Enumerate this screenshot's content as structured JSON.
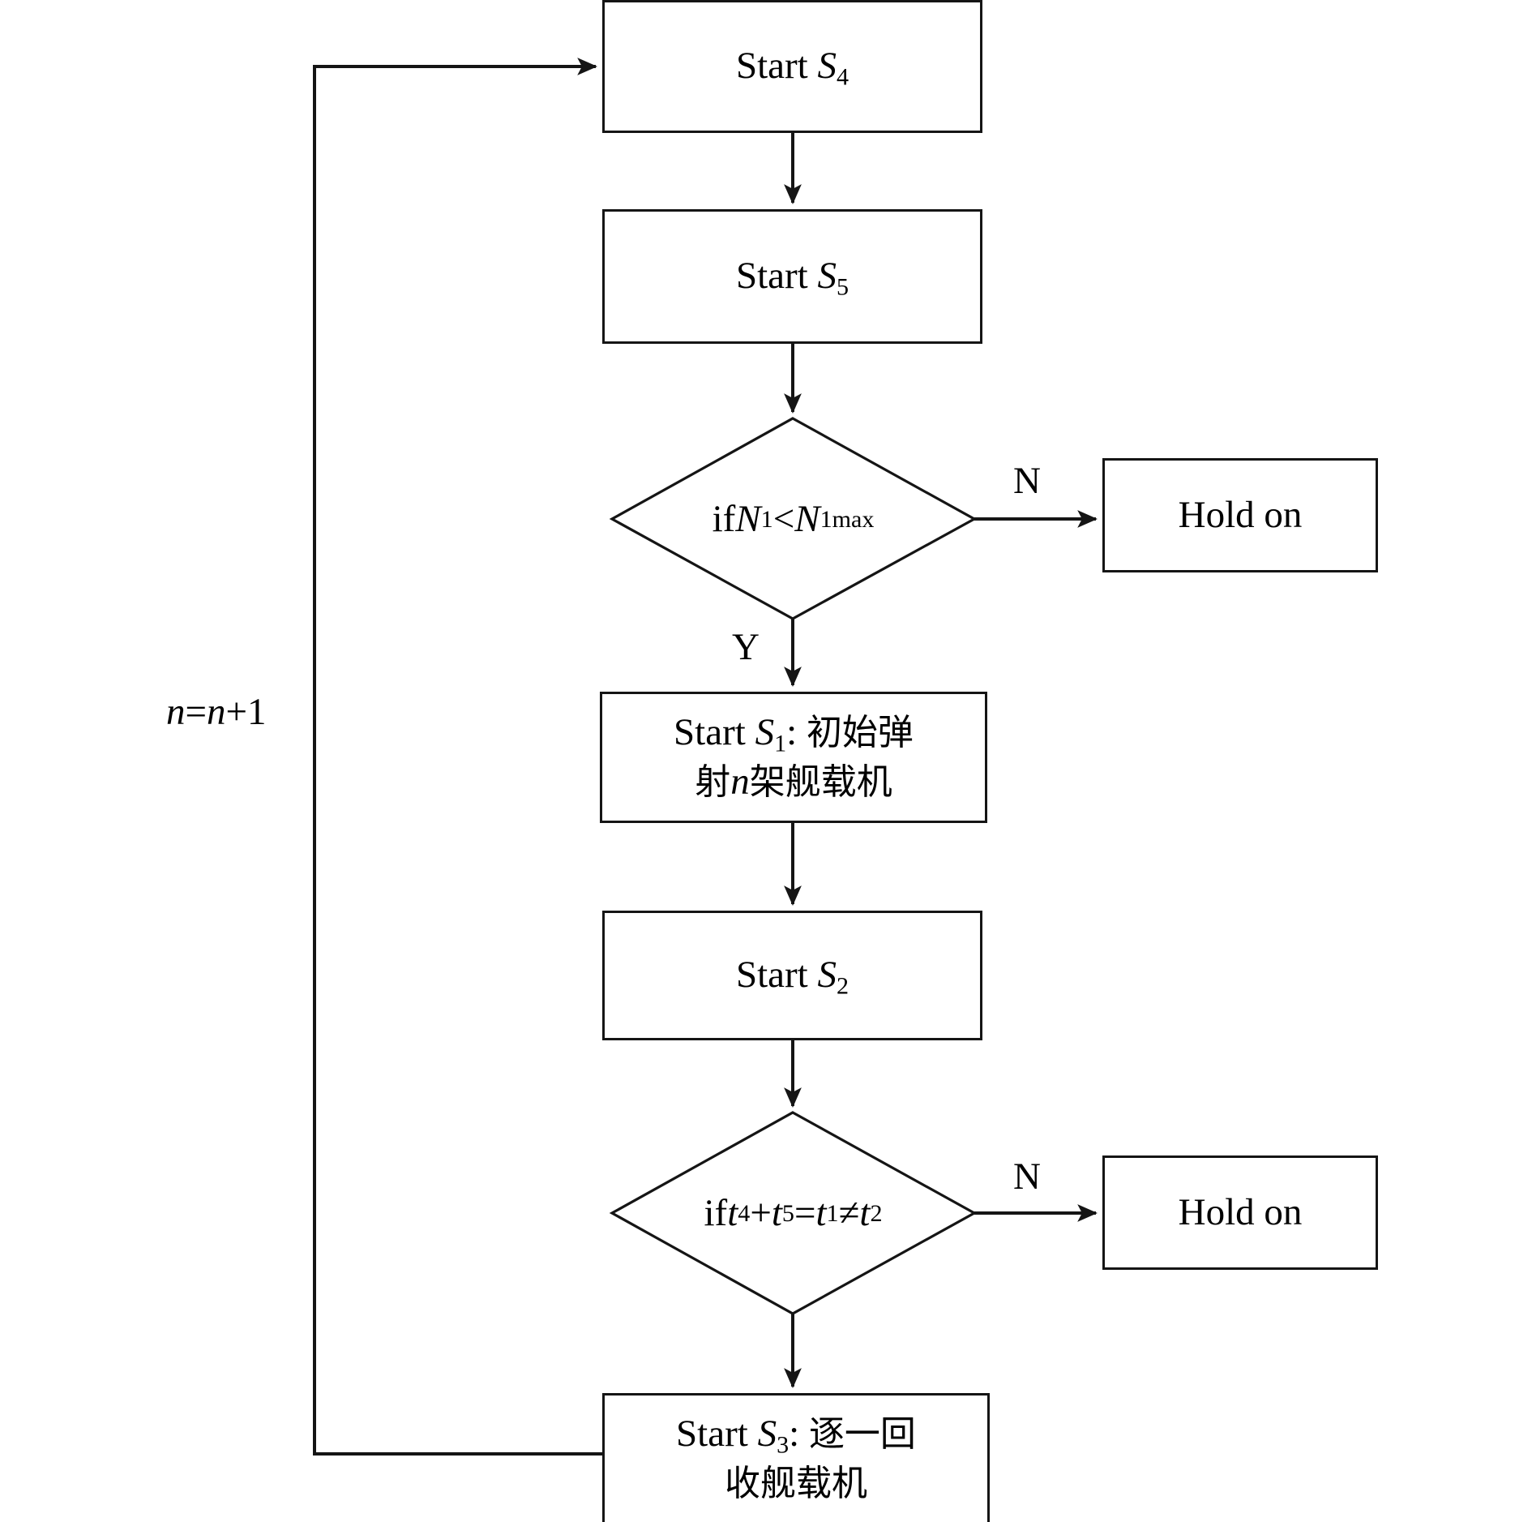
{
  "diagram": {
    "type": "flowchart",
    "title": "Carrier aircraft launch-recovery scheduling flowchart",
    "orientation": "top-to-bottom",
    "background_color": "#ffffff",
    "line_color": "#151515",
    "text_color": "#000000"
  },
  "nodes": {
    "start_s4": {
      "shape": "process",
      "text": "Start S4",
      "text_parts": {
        "prefix": "Start ",
        "symbol": "S",
        "subscript": "4"
      }
    },
    "start_s5": {
      "shape": "process",
      "text": "Start S5",
      "text_parts": {
        "prefix": "Start ",
        "symbol": "S",
        "subscript": "5"
      }
    },
    "decision_n1": {
      "shape": "diamond",
      "text": "if N1<N1max",
      "text_parts": {
        "prefix": "if ",
        "left_symbol": "N",
        "left_subscript": "1",
        "operator": "<",
        "right_symbol": "N",
        "right_subscript": "1max"
      }
    },
    "hold_on_1": {
      "shape": "process",
      "text": "Hold on"
    },
    "start_s1": {
      "shape": "process",
      "line1_prefix": "Start ",
      "line1_symbol": "S",
      "line1_subscript": "1",
      "line1_colon": ": ",
      "line1_cjk": "初始弹",
      "line2_cjk_a": "射",
      "line2_var": "n",
      "line2_cjk_b": "架舰载机",
      "text": "Start S1: 初始弹射n架舰载机"
    },
    "start_s2": {
      "shape": "process",
      "text": "Start S2",
      "text_parts": {
        "prefix": "Start ",
        "symbol": "S",
        "subscript": "2"
      }
    },
    "decision_t": {
      "shape": "diamond",
      "text": "if t4+t5=t1≠t2",
      "text_parts": {
        "prefix": "if ",
        "a_symbol": "t",
        "a_subscript": "4",
        "plus": "+",
        "b_symbol": "t",
        "b_subscript": "5",
        "equals": "=",
        "c_symbol": "t",
        "c_subscript": "1",
        "noteq": "≠",
        "d_symbol": "t",
        "d_subscript": "2"
      }
    },
    "hold_on_2": {
      "shape": "process",
      "text": "Hold on"
    },
    "start_s3": {
      "shape": "process",
      "line1_prefix": "Start ",
      "line1_symbol": "S",
      "line1_subscript": "3",
      "line1_colon": ": ",
      "line1_cjk": "逐一回",
      "line2_cjk": "收舰载机",
      "text": "Start S3: 逐一回收舰载机"
    }
  },
  "edge_labels": {
    "decision_n1_no": "N",
    "decision_n1_yes": "Y",
    "decision_t_no": "N",
    "feedback_counter_prefix": "n",
    "feedback_counter_eq": "=",
    "feedback_counter_var": "n",
    "feedback_counter_suffix": "+1",
    "feedback_counter": "n=n+1"
  },
  "edges": [
    {
      "from": "start_s4",
      "to": "start_s5",
      "label": ""
    },
    {
      "from": "start_s5",
      "to": "decision_n1",
      "label": ""
    },
    {
      "from": "decision_n1",
      "to": "hold_on_1",
      "label": "N"
    },
    {
      "from": "decision_n1",
      "to": "start_s1",
      "label": "Y"
    },
    {
      "from": "start_s1",
      "to": "start_s2",
      "label": ""
    },
    {
      "from": "start_s2",
      "to": "decision_t",
      "label": ""
    },
    {
      "from": "decision_t",
      "to": "hold_on_2",
      "label": "N"
    },
    {
      "from": "decision_t",
      "to": "start_s3",
      "label": ""
    },
    {
      "from": "start_s3",
      "to": "start_s4",
      "label": "n=n+1"
    }
  ]
}
